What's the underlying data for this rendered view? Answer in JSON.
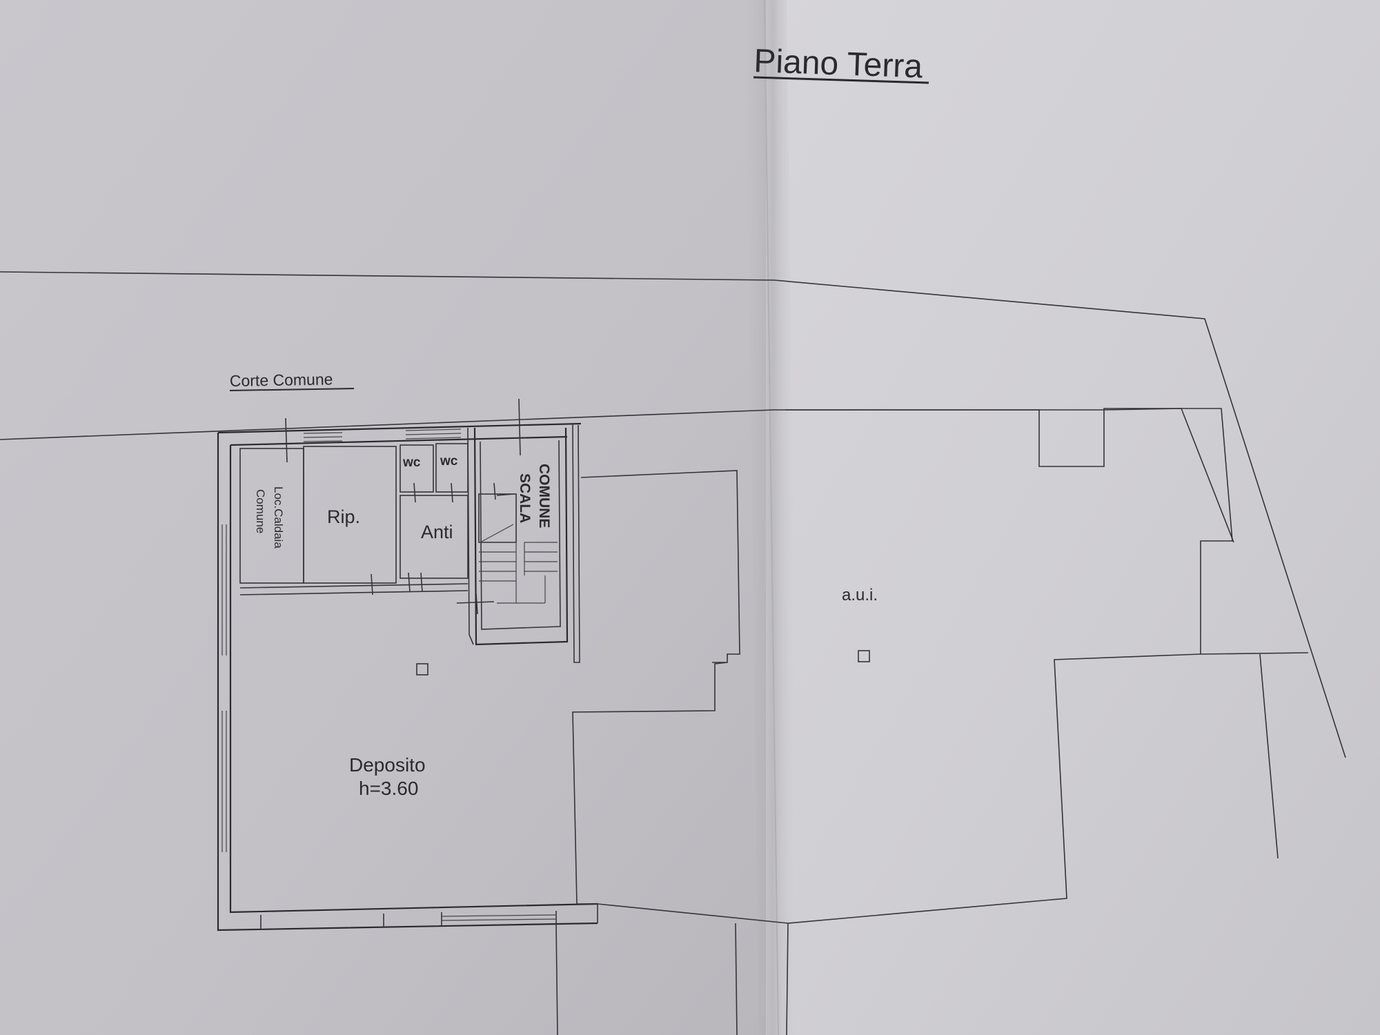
{
  "drawing": {
    "title": "Piano Terra",
    "court_label": "Corte Comune",
    "rooms": {
      "boiler_line1": "Loc.Caldaia",
      "boiler_line2": "Comune",
      "storage": "Rip.",
      "wc_1": "wc",
      "wc_2": "wc",
      "ante": "Anti",
      "stair_line1": "SCALA",
      "stair_line2": "COMUNE",
      "deposit": "Deposito",
      "deposit_height": "h=3.60",
      "other_unit": "a.u.i."
    }
  },
  "colors": {
    "paper": "#cfcdd2",
    "ink": "#2a292d"
  }
}
